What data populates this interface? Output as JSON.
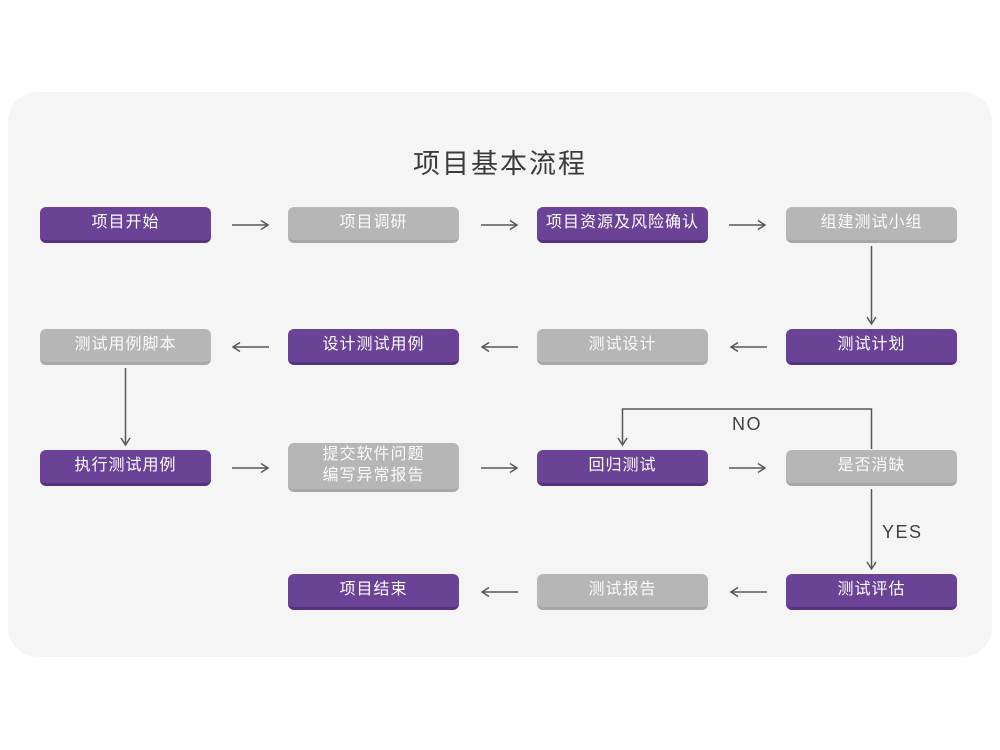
{
  "title": "项目基本流程",
  "labels": {
    "no": "NO",
    "yes": "YES"
  },
  "colors": {
    "card_background": "#f5f5f6",
    "node_purple": "#6a4296",
    "node_purple_edge": "#553380",
    "node_gray": "#b6b6b6",
    "node_gray_edge": "#a7a7a7",
    "node_text": "#ffffff",
    "arrow": "#58585a",
    "title_text": "#3b3b3b"
  },
  "nodes": [
    {
      "id": "start",
      "label": "项目开始",
      "type": "purple"
    },
    {
      "id": "research",
      "label": "项目调研",
      "type": "gray"
    },
    {
      "id": "resources",
      "label": "项目资源及风险确认",
      "type": "purple"
    },
    {
      "id": "team",
      "label": "组建测试小组",
      "type": "gray"
    },
    {
      "id": "plan",
      "label": "测试计划",
      "type": "purple"
    },
    {
      "id": "design",
      "label": "测试设计",
      "type": "gray"
    },
    {
      "id": "design_cases",
      "label": "设计测试用例",
      "type": "purple"
    },
    {
      "id": "scripts",
      "label": "测试用例脚本",
      "type": "gray"
    },
    {
      "id": "execute",
      "label": "执行测试用例",
      "type": "purple"
    },
    {
      "id": "submit",
      "label_line1": "提交软件问题",
      "label_line2": "编写异常报告",
      "type": "gray"
    },
    {
      "id": "regression",
      "label": "回归测试",
      "type": "purple"
    },
    {
      "id": "defects",
      "label": "是否消缺",
      "type": "gray"
    },
    {
      "id": "evaluate",
      "label": "测试评估",
      "type": "purple"
    },
    {
      "id": "report",
      "label": "测试报告",
      "type": "gray"
    },
    {
      "id": "end",
      "label": "项目结束",
      "type": "purple"
    }
  ]
}
